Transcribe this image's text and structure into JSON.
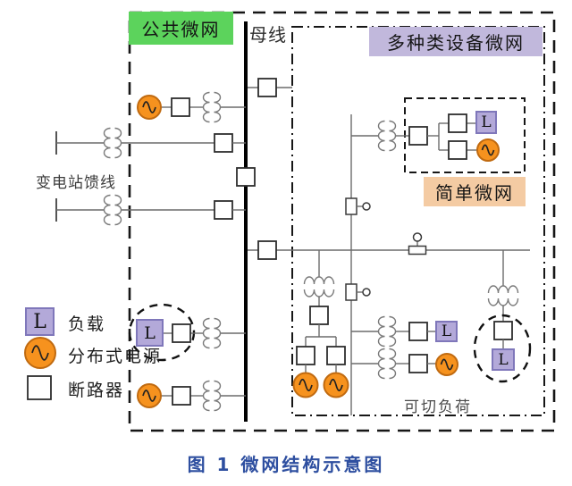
{
  "figure": {
    "caption": "图 1 微网结构示意图"
  },
  "regions": {
    "public_microgrid_label": "公共微网",
    "bus_label": "母线",
    "multi_device_microgrid_label": "多种类设备微网",
    "simple_microgrid_label": "简单微网",
    "substation_feeder_label": "变电站馈线",
    "sheddable_load_label": "可切负荷"
  },
  "legend": {
    "items": [
      {
        "symbol": "load-box",
        "label": "负载"
      },
      {
        "symbol": "distributed-source-circle",
        "label": "分布式电源"
      },
      {
        "symbol": "circuit-breaker-square",
        "label": "断路器"
      }
    ]
  },
  "symbols": {
    "load_letter": "L"
  },
  "colors": {
    "public_label_bg": "#5CD35C",
    "multi_device_label_bg": "#C1B8DC",
    "simple_label_bg": "#F4CBA3",
    "load_fill": "#B3A9D9",
    "load_border": "#7F77BA",
    "source_fill": "#F6921E",
    "source_border": "#C06A10",
    "caption_color": "#2E4FA0"
  }
}
